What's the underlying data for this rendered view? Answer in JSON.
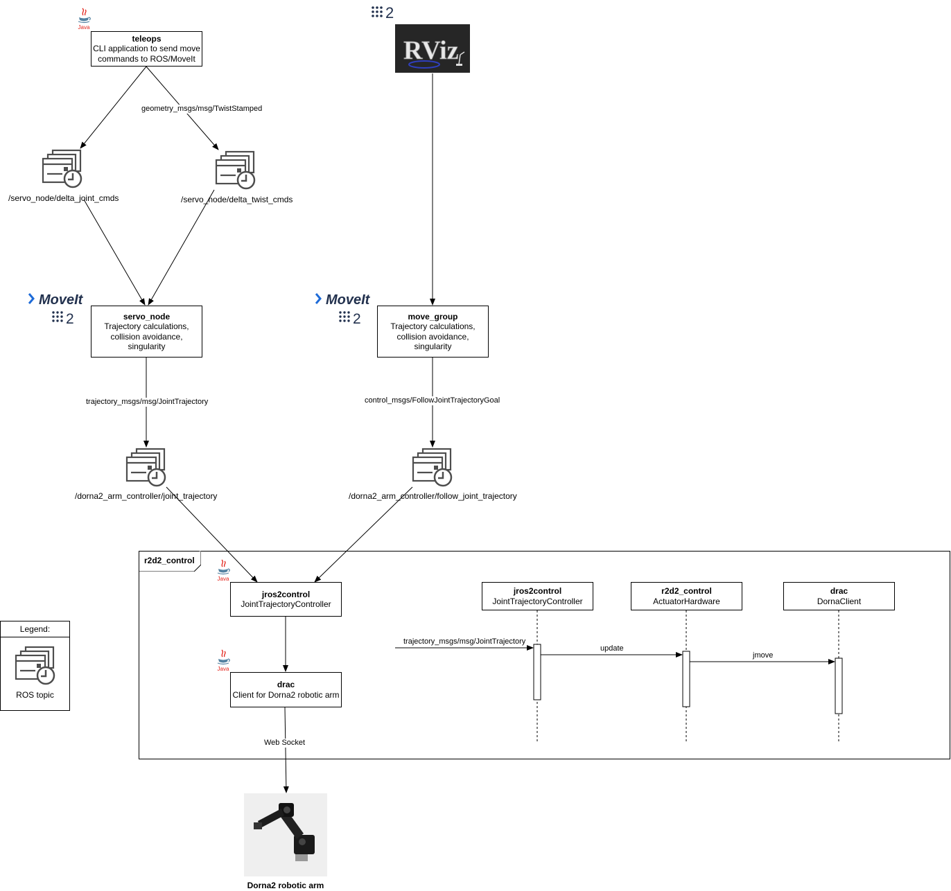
{
  "nodes": {
    "teleops": {
      "title": "teleops",
      "desc_1": "CLI application to send move",
      "desc_2": "commands to ROS/MoveIt"
    },
    "servo_node": {
      "title": "servo_node",
      "desc_1": "Trajectory calculations,",
      "desc_2": "collision avoidance,",
      "desc_3": "singularity"
    },
    "move_group": {
      "title": "move_group",
      "desc_1": "Trajectory calculations,",
      "desc_2": "collision avoidance,",
      "desc_3": "singularity"
    },
    "jros2control": {
      "title": "jros2control",
      "desc": "JointTrajectoryController"
    },
    "drac": {
      "title": "drac",
      "desc": "Client for Dorna2 robotic arm"
    }
  },
  "topics": {
    "delta_joint": "/servo_node/delta_joint_cmds",
    "delta_twist": "/servo_node/delta_twist_cmds",
    "joint_trajectory": "/dorna2_arm_controller/joint_trajectory",
    "follow_joint_trajectory": "/dorna2_arm_controller/follow_joint_trajectory"
  },
  "edge_labels": {
    "twist": "geometry_msgs/msg/TwistStamped",
    "servo_traj": "trajectory_msgs/msg/JointTrajectory",
    "follow_goal": "control_msgs/FollowJointTrajectoryGoal",
    "websocket": "Web Socket"
  },
  "frame": {
    "title": "r2d2_control"
  },
  "sequence": {
    "participants": [
      {
        "title": "jros2control",
        "desc": "JointTrajectoryController"
      },
      {
        "title": "r2d2_control",
        "desc": "ActuatorHardware"
      },
      {
        "title": "drac",
        "desc": "DornaClient"
      }
    ],
    "messages": {
      "incoming": "trajectory_msgs/msg/JointTrajectory",
      "update": "update",
      "jmove": "jmove"
    }
  },
  "legend": {
    "title": "Legend:",
    "item": "ROS topic"
  },
  "logos": {
    "java": "Java",
    "moveit": "MoveIt",
    "ros2": "2",
    "rviz": "RViz"
  },
  "robot_caption": "Dorna2 robotic arm",
  "icons": [
    "ros-topic-icon",
    "java-logo-icon",
    "moveit-logo-icon",
    "ros2-logo-icon",
    "rviz-logo-icon",
    "robot-arm-image"
  ]
}
